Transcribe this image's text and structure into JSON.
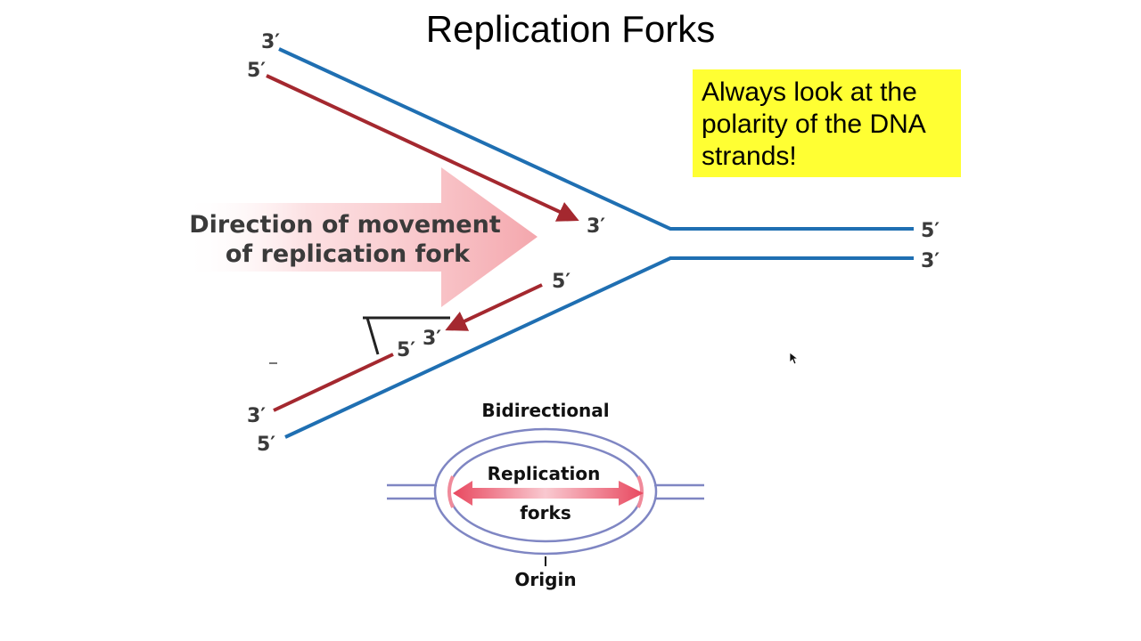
{
  "title": "Replication Forks",
  "callout": {
    "lines": [
      "Always look at the",
      "polarity of the DNA",
      "strands!"
    ],
    "background": "#ffff33"
  },
  "direction_label": {
    "line1": "Direction of movement",
    "line2": "of replication fork"
  },
  "strand_ends": {
    "top_blue_left": "3′",
    "top_red_left": "5′",
    "leading_red_tip": "3′",
    "right_top": "5′",
    "right_bottom": "3′",
    "lagging_red_start": "5′",
    "fragment_5": "5′",
    "fragment_3": "3′",
    "bottom_red_left": "3′",
    "bottom_blue_left": "5′"
  },
  "bubble": {
    "heading": "Bidirectional",
    "forks_line1": "Replication",
    "forks_line2": "forks",
    "origin": "Origin"
  },
  "colors": {
    "template_blue": "#1f6fb2",
    "new_red": "#a4282f",
    "arrow_pink": "#f4a7ad",
    "bubble_line": "#7f86c3",
    "fork_arrow": "#e8485f"
  },
  "icons": {
    "cursor": "mouse-pointer-icon"
  }
}
